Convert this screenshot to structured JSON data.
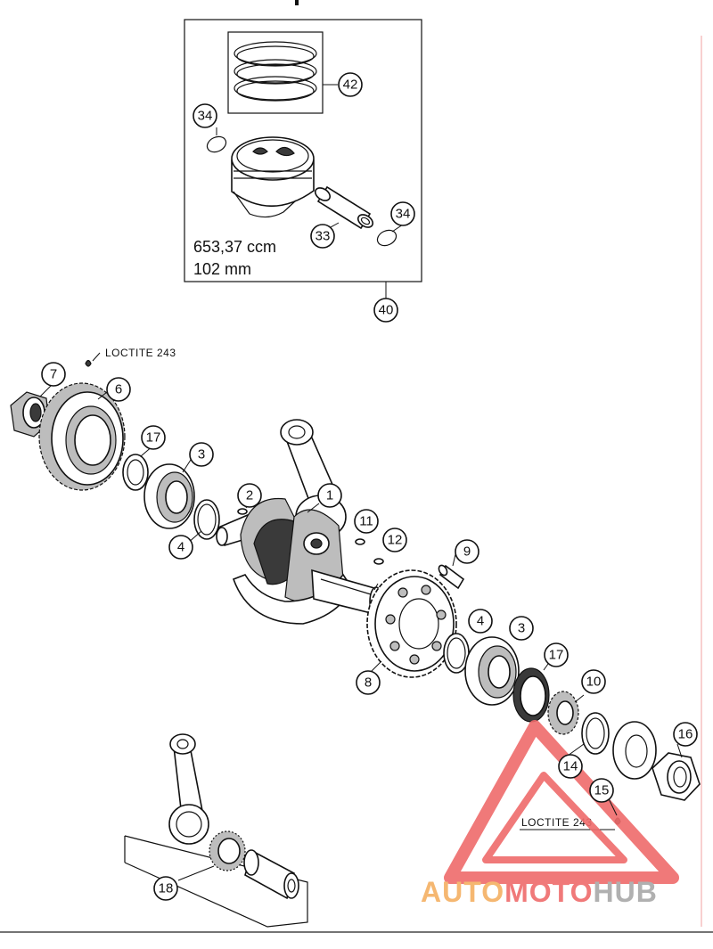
{
  "piston_kit": {
    "displacement": "653,37 ccm",
    "bore": "102 mm"
  },
  "notes": {
    "loctite_top": "LOCTITE 243",
    "loctite_bottom": "LOCTITE 243"
  },
  "callouts": {
    "c1": "1",
    "c2": "2",
    "c3a": "3",
    "c3b": "3",
    "c4a": "4",
    "c4b": "4",
    "c6": "6",
    "c7": "7",
    "c8": "8",
    "c9": "9",
    "c10": "10",
    "c11": "11",
    "c12": "12",
    "c14": "14",
    "c15": "15",
    "c16": "16",
    "c17a": "17",
    "c17b": "17",
    "c18": "18",
    "c33": "33",
    "c34a": "34",
    "c34b": "34",
    "c40": "40",
    "c42": "42"
  },
  "watermark": {
    "part1": "AUTO",
    "part2": "MOTO",
    "part3": "HUB",
    "color_orange": "#f5b062",
    "color_red": "#ef6b6b",
    "color_grey": "#a8a8a8"
  }
}
